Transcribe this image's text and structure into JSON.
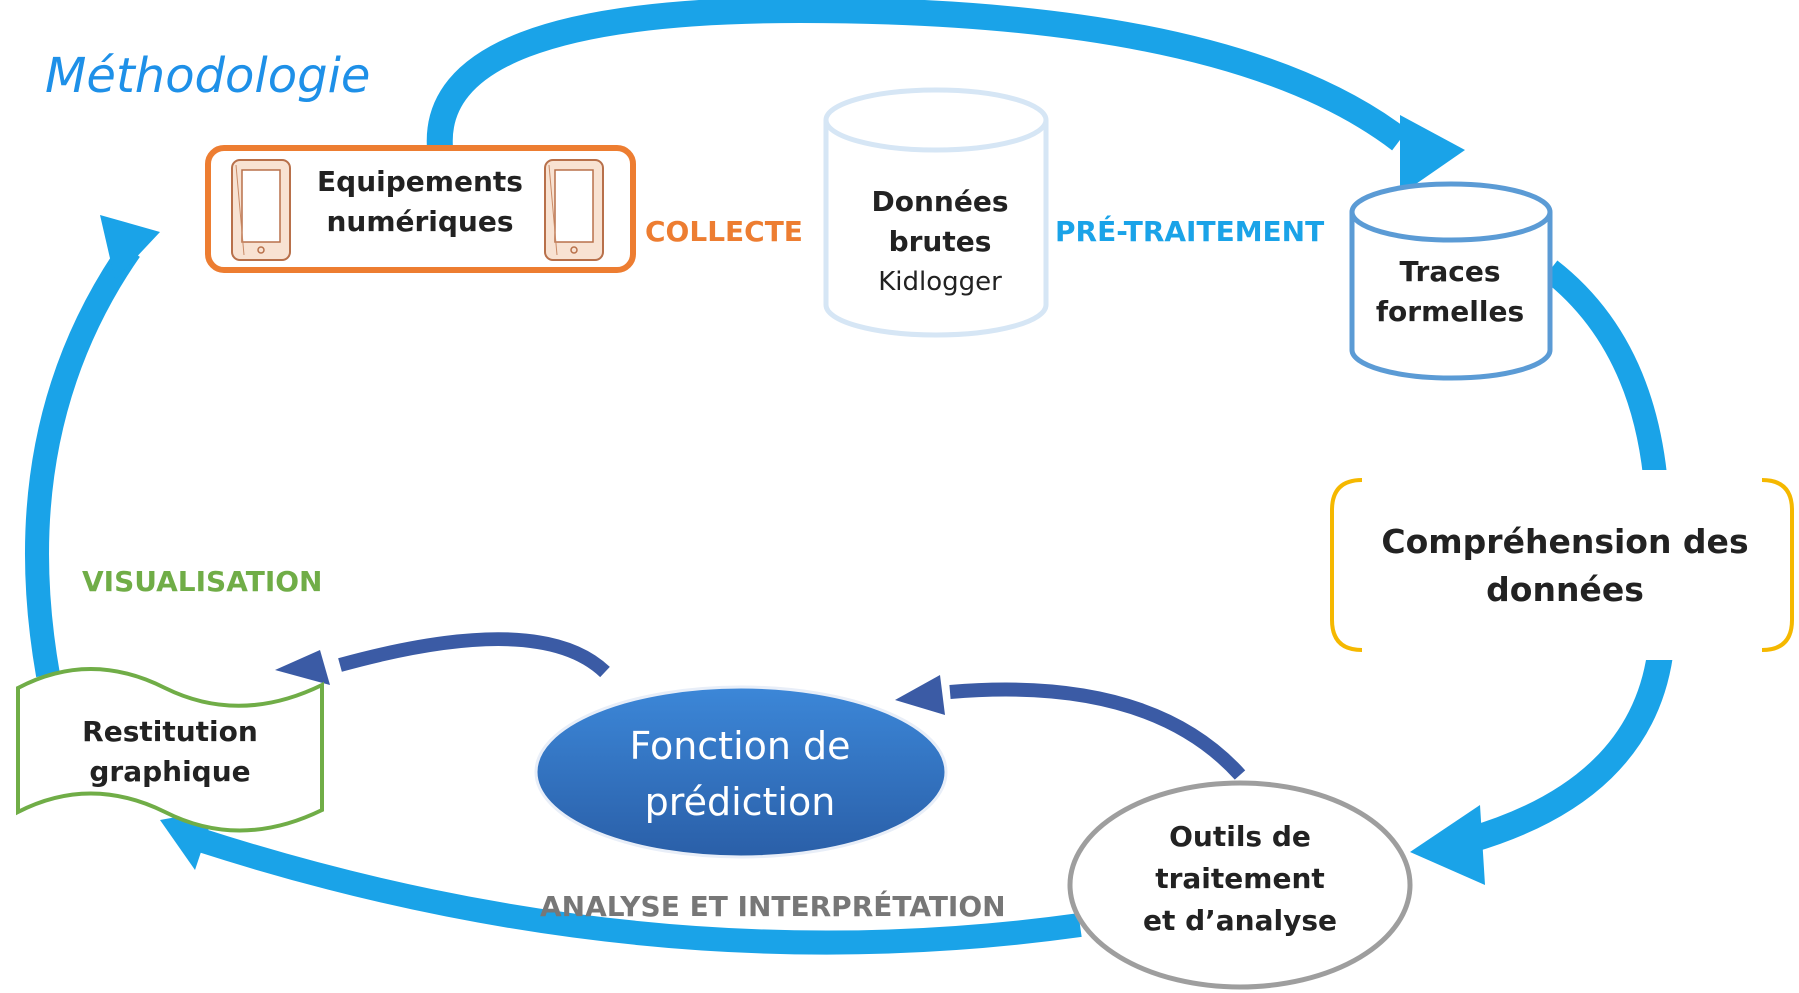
{
  "title": "Méthodologie",
  "nodes": {
    "equipements": "Equipements\nnumériques",
    "donnees_brutes": "Données\nbrutes",
    "donnees_source": "Kidlogger",
    "traces_formelles": "Traces\nformelles",
    "comprehension": "Compréhension des\ndonnées",
    "outils": "Outils de\ntraitement\net d’analyse",
    "restitution": "Restitution\ngraphique",
    "fonction_prediction": "Fonction de\nprédiction"
  },
  "steps": {
    "collecte": "COLLECTE",
    "pretraitement": "PRÉ-TRAITEMENT",
    "visualisation": "VISUALISATION",
    "analyse": "ANALYSE ET INTERPRÉTATION"
  },
  "colors": {
    "cycle_arrow": "#1AA3E8",
    "orange": "#ED7D31",
    "green": "#70AD47",
    "gold": "#F5B800",
    "db_outline": "#5B9BD5",
    "db_light": "#D6E6F5",
    "ellipse_fill": "#2E75C8",
    "gray": "#9E9E9E",
    "curved_arrow": "#3B5BA5"
  },
  "icons": [
    "tablet-icon",
    "tablet-icon"
  ]
}
